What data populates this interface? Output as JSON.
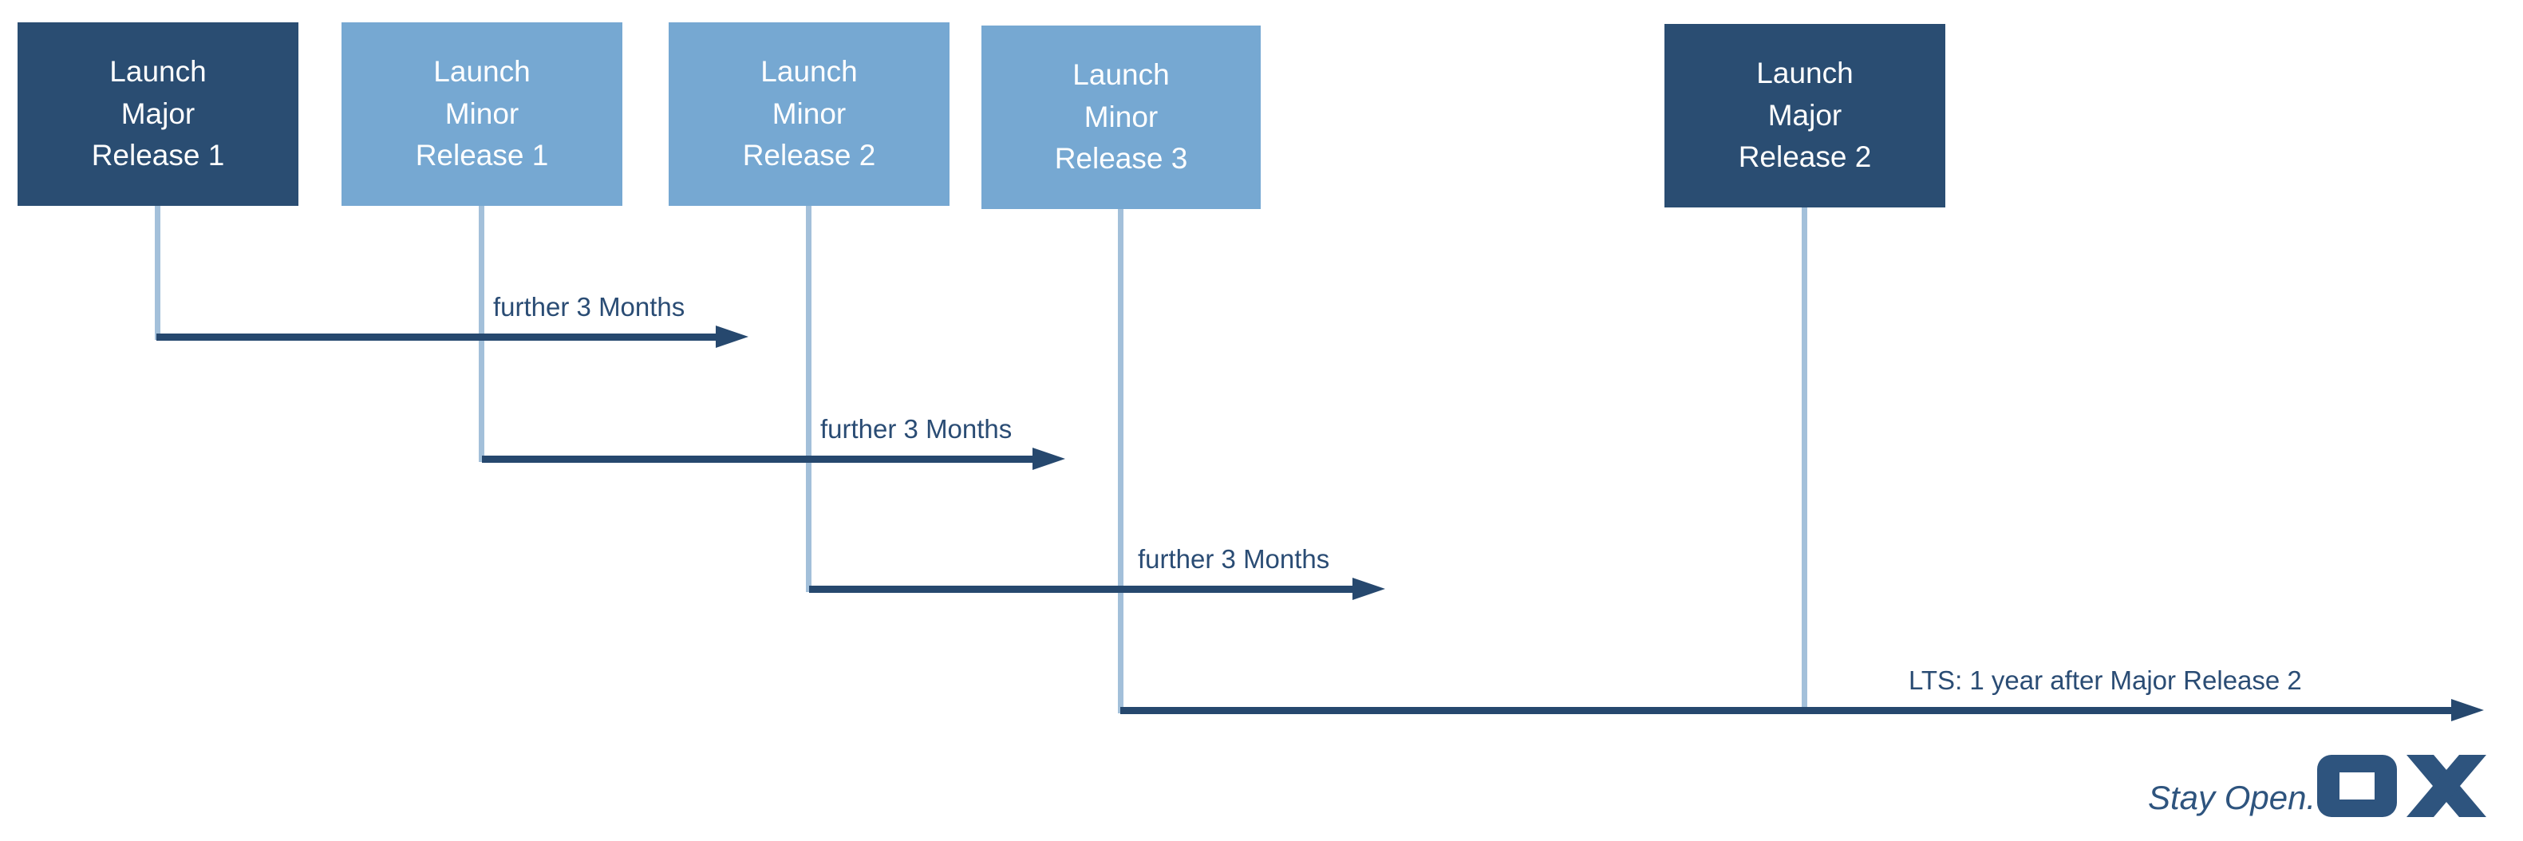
{
  "boxes": [
    {
      "id": "major-release-1",
      "variant": "major",
      "label": "Launch\nMajor\nRelease 1"
    },
    {
      "id": "minor-release-1",
      "variant": "minor",
      "label": "Launch\nMinor\nRelease 1"
    },
    {
      "id": "minor-release-2",
      "variant": "minor",
      "label": "Launch\nMinor\nRelease 2"
    },
    {
      "id": "minor-release-3",
      "variant": "minor",
      "label": "Launch\nMinor\nRelease 3"
    },
    {
      "id": "major-release-2",
      "variant": "major",
      "label": "Launch\nMajor\nRelease 2"
    }
  ],
  "arrows": [
    {
      "id": "support-minor-1",
      "label": "further 3 Months"
    },
    {
      "id": "support-minor-2",
      "label": "further 3 Months"
    },
    {
      "id": "support-minor-3",
      "label": "further 3 Months"
    },
    {
      "id": "support-lts",
      "label": "LTS: 1 year after Major Release 2"
    }
  ],
  "footer": {
    "tagline": "Stay Open.",
    "logo_name": "OX"
  },
  "colors": {
    "major_box": "#2a4d72",
    "minor_box": "#76a8d2",
    "connector_line": "#a3c0da",
    "arrow": "#26486e",
    "label_text": "#2a4c74",
    "logo": "#2e547e",
    "background": "#ffffff",
    "box_text": "#ffffff"
  }
}
